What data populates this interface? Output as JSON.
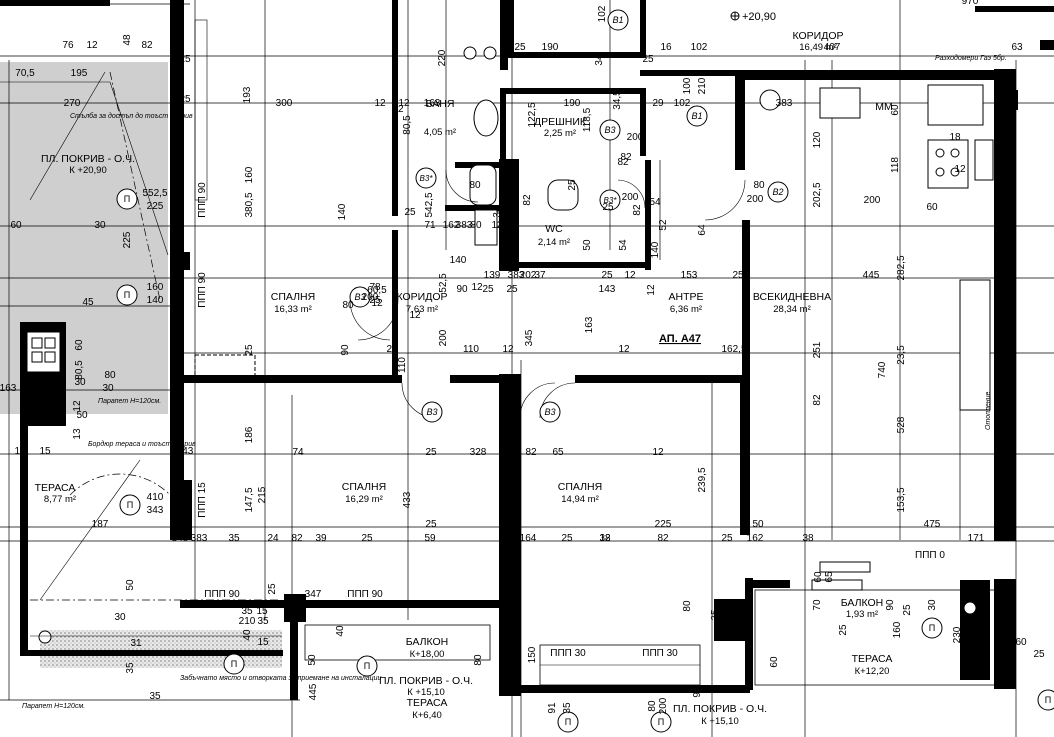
{
  "apartment_label": "АП. А47",
  "rooms": [
    {
      "name": "КОРИДОР",
      "area": "16,49 m²"
    },
    {
      "name": "ПЛ. ПОКРИВ - О.Ч.",
      "area": "К +20,90"
    },
    {
      "name": "БАНЯ",
      "area": "4,05 m²"
    },
    {
      "name": "ДРЕШНИК",
      "area": "2,25 m²"
    },
    {
      "name": "WC",
      "area": "2,14 m²"
    },
    {
      "name": "ММ",
      "area": ""
    },
    {
      "name": "СПАЛНЯ",
      "area": "16,33 m²"
    },
    {
      "name": "КОРИДОР",
      "area": "7,63 m²"
    },
    {
      "name": "АНТРЕ",
      "area": "6,36 m²"
    },
    {
      "name": "ВСЕКИДНЕВНА",
      "area": "28,34 m²"
    },
    {
      "name": "ТЕРАСА",
      "area": "8,77 m²"
    },
    {
      "name": "СПАЛНЯ",
      "area": "16,29 m²"
    },
    {
      "name": "СПАЛНЯ",
      "area": "14,94 m²"
    },
    {
      "name": "БАЛКОН",
      "area": "1,93 m²"
    },
    {
      "name": "БАЛКОН",
      "area": "К+18,00"
    },
    {
      "name": "ТЕРАСА",
      "area": "К+12,20"
    },
    {
      "name": "ПЛ. ПОКРИВ - О.Ч.",
      "area": "К +15,10"
    },
    {
      "name": "ТЕРАСА",
      "area": "К+6,40"
    },
    {
      "name": "ПЛ. ПОКРИВ - О.Ч.",
      "area": "К +15,10"
    }
  ],
  "level": "+20,90",
  "doors": [
    "B1",
    "B1",
    "B2",
    "B3",
    "B3*",
    "B3*",
    "B3",
    "B3",
    "B3"
  ],
  "window_labels": [
    "ППП 90",
    "ППП 90",
    "ППП 15",
    "ППП 90",
    "ППП 90",
    "ППП 30",
    "ППП 30",
    "ППП 0"
  ],
  "circle_tags": [
    "П",
    "П",
    "П",
    "П",
    "П",
    "П",
    "П",
    "П",
    "П"
  ],
  "notes": [
    "Стълба за достъп до тоъст покрив",
    "Парапет H=120см.",
    "Бордюр тераса и тоъст покрив",
    "Разходомери Гаэ 5бр.",
    "Забъчнато място и отворката за приемане на инсталации",
    "Парапет H=120см.",
    "Отопление"
  ],
  "dimensions": [
    "970",
    "102",
    "16",
    "190",
    "102",
    "407",
    "63",
    "25",
    "34",
    "25",
    "25",
    "76",
    "12",
    "48",
    "82",
    "70,5",
    "195",
    "25",
    "270",
    "300",
    "12",
    "163",
    "12",
    "190",
    "34,5",
    "29",
    "102",
    "100",
    "210",
    "383",
    "18",
    "60",
    "220",
    "122,5",
    "118,5",
    "82",
    "25",
    "80,5",
    "193",
    "25",
    "82",
    "200",
    "120",
    "118",
    "12",
    "200",
    "25",
    "60",
    "160",
    "140",
    "380,5",
    "542,5",
    "162",
    "60,5",
    "12",
    "80",
    "200",
    "80",
    "200",
    "71",
    "383",
    "82",
    "54",
    "202,5",
    "82",
    "92",
    "30",
    "60",
    "225",
    "45",
    "552,5",
    "225",
    "160",
    "140",
    "80",
    "140",
    "34",
    "12",
    "50",
    "54",
    "140",
    "52",
    "64",
    "282,5",
    "445",
    "139",
    "383",
    "25",
    "25",
    "37",
    "25",
    "12",
    "153",
    "25",
    "143",
    "12",
    "202",
    "52,5",
    "12",
    "78",
    "25",
    "80",
    "200",
    "90",
    "200",
    "12",
    "110",
    "25",
    "163",
    "12",
    "162,5",
    "345",
    "12",
    "110",
    "25",
    "90",
    "60",
    "80,5",
    "80",
    "30",
    "30",
    "195",
    "163",
    "12",
    "50",
    "13",
    "15",
    "12",
    "74",
    "25",
    "328",
    "82",
    "65",
    "12",
    "82",
    "251",
    "528",
    "740",
    "23,5",
    "153,5",
    "50",
    "239,5",
    "12",
    "433",
    "410",
    "343",
    "186",
    "215",
    "147,5",
    "343",
    "187",
    "25",
    "225",
    "475",
    "345",
    "383",
    "35",
    "24",
    "82",
    "39",
    "25",
    "59",
    "82",
    "164",
    "25",
    "38",
    "82",
    "25",
    "162",
    "38",
    "12",
    "171",
    "12",
    "50",
    "25",
    "347",
    "40",
    "15",
    "80",
    "35",
    "60",
    "70",
    "25",
    "65",
    "90",
    "25",
    "30",
    "160",
    "230",
    "90",
    "150",
    "60",
    "25",
    "31",
    "35",
    "15",
    "35",
    "40",
    "60",
    "150",
    "35",
    "50",
    "445",
    "90",
    "91",
    "35",
    "80",
    "200",
    "80",
    "210",
    "35",
    "30",
    "15",
    "20"
  ]
}
